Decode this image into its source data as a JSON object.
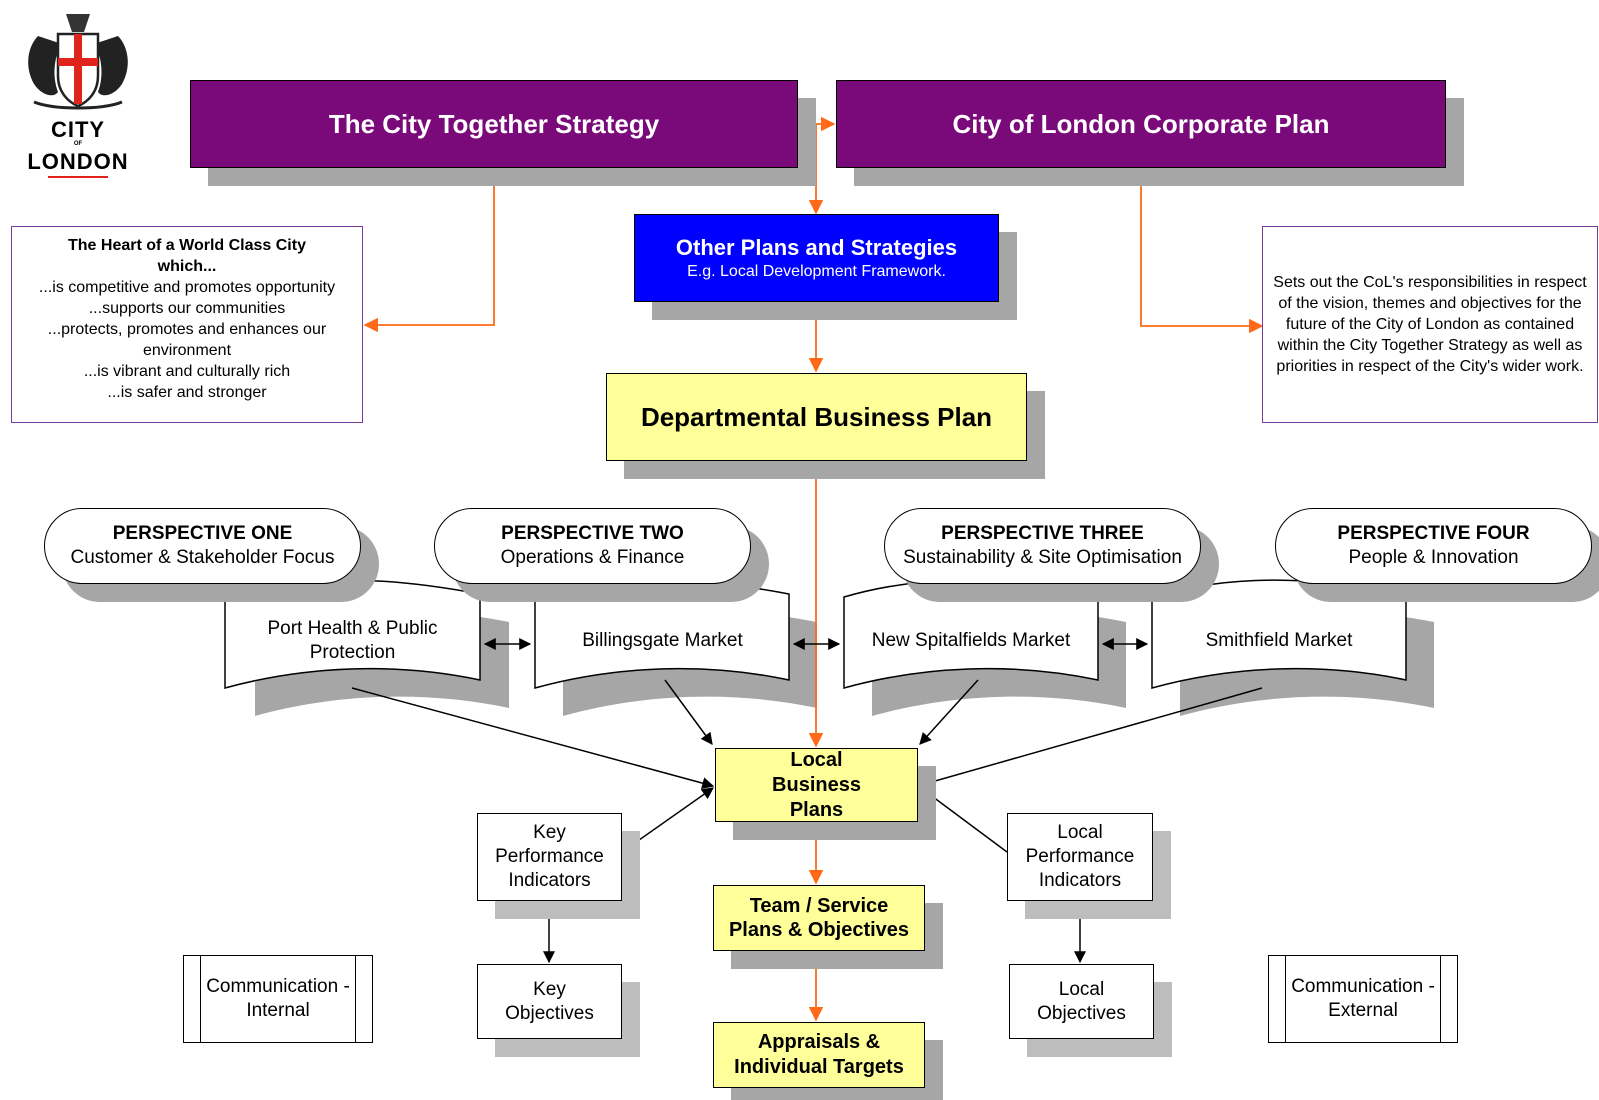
{
  "logo": {
    "line1": "CITY",
    "line2": "LONDON",
    "of": "OF"
  },
  "top": {
    "left_title": "The City Together Strategy",
    "right_title": "City of London Corporate Plan"
  },
  "other_plans": {
    "title": "Other Plans and Strategies",
    "subtitle": "E.g. Local Development Framework."
  },
  "left_note": {
    "title": "The Heart of a World Class City which...",
    "lines": [
      "...is competitive and promotes opportunity",
      "...supports our communities",
      "...protects, promotes and enhances our environment",
      "...is vibrant and culturally rich",
      "...is safer and stronger"
    ]
  },
  "right_note": {
    "text": "Sets out the CoL's responsibilities in respect of the vision, themes and objectives for the future of the City of London as contained within the City Together Strategy as well as priorities in respect of the City's wider work."
  },
  "dept_plan": "Departmental Business Plan",
  "perspectives": [
    {
      "title": "PERSPECTIVE ONE",
      "subtitle": "Customer & Stakeholder Focus"
    },
    {
      "title": "PERSPECTIVE TWO",
      "subtitle": "Operations & Finance"
    },
    {
      "title": "PERSPECTIVE THREE",
      "subtitle": "Sustainability & Site Optimisation"
    },
    {
      "title": "PERSPECTIVE FOUR",
      "subtitle": "People & Innovation"
    }
  ],
  "markets": [
    "Port Health & Public Protection",
    "Billingsgate Market",
    "New Spitalfields Market",
    "Smithfield Market"
  ],
  "local_business_plans": "Local Business Plans",
  "kpi": "Key Performance Indicators",
  "key_objectives": "Key Objectives",
  "lpi": "Local Performance Indicators",
  "local_objectives": "Local Objectives",
  "team_plans": "Team / Service Plans & Objectives",
  "appraisals": "Appraisals & Individual Targets",
  "comm_internal": "Communication - Internal",
  "comm_external": "Communication - External",
  "colors": {
    "purple": "#7a0a7a",
    "blue": "#0000ff",
    "yellow": "#ffff99",
    "orange_arrow": "#ff6a1a",
    "shadow": "#a6a6a6"
  }
}
